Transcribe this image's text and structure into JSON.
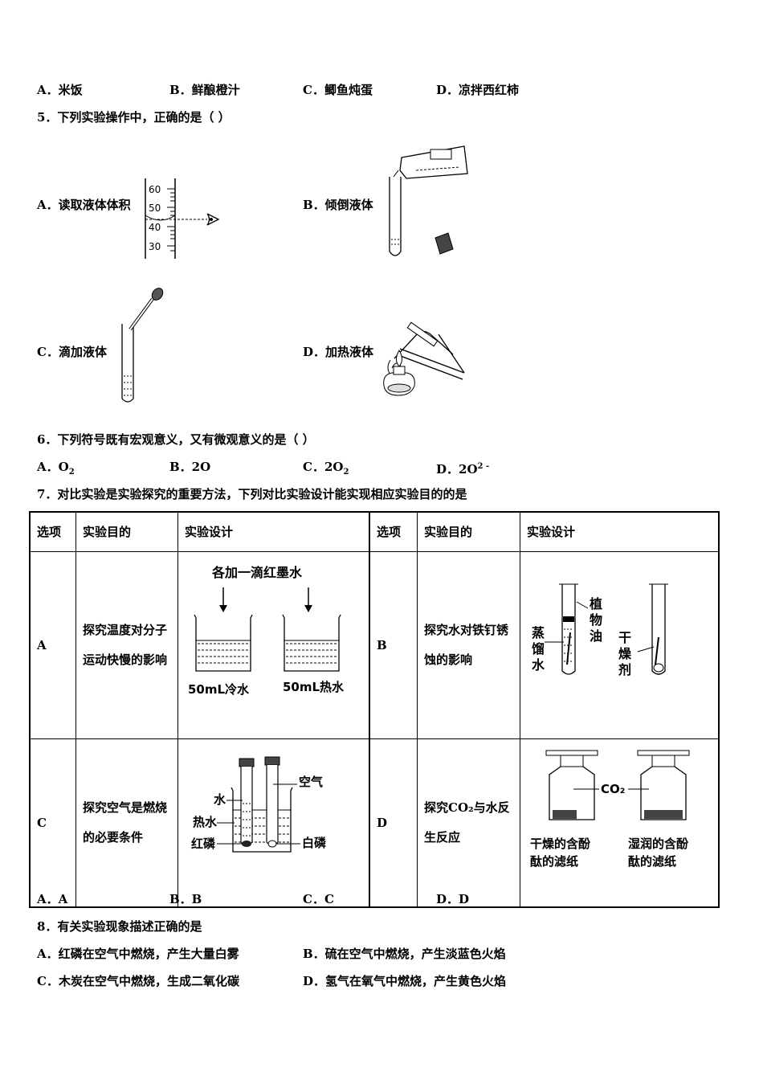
{
  "q4_options": [
    "A．米饭",
    "B．鲜酿橙汁",
    "C．鲫鱼炖蛋",
    "D．凉拌西红柿"
  ],
  "q5": {
    "stem": "5．下列实验操作中，正确的是（  ）",
    "options": [
      "A．读取液体体积",
      "B．倾倒液体",
      "C．滴加液体",
      "D．加热液体"
    ],
    "cylinder_ticks": [
      "60",
      "50",
      "40",
      "30"
    ]
  },
  "q6": {
    "stem": "6．下列符号既有宏观意义，又有微观意义的是（     ）",
    "options": [
      "A．O",
      "B．2O",
      "C．2O",
      "D．2O"
    ],
    "subs": [
      "2",
      "2"
    ],
    "sup": "2 -"
  },
  "q7": {
    "stem": "7．对比实验是实验探究的重要方法，下列对比实验设计能实现相应实验目的的是",
    "headers": [
      "选项",
      "实验目的",
      "实验设计",
      "选项",
      "实验目的",
      "实验设计"
    ],
    "rows": [
      {
        "opt": "A",
        "goal": "探究温度对分子运动快慢的影响"
      },
      {
        "opt": "B",
        "goal": "探究水对铁钉锈蚀的影响"
      },
      {
        "opt": "C",
        "goal": "探究空气是燃烧的必要条件"
      },
      {
        "opt": "D",
        "goal": "探究CO₂与水反生反应"
      }
    ],
    "figA": {
      "top": "各加一滴红墨水",
      "left": "50mL冷水",
      "right": "50mL热水"
    },
    "figB": {
      "water1": "蒸",
      "water2": "馏",
      "water3": "水",
      "oil1": "植",
      "oil2": "物",
      "oil3": "油",
      "dry1": "干",
      "dry2": "燥",
      "dry3": "剂"
    },
    "figC": {
      "air": "空气",
      "water": "水",
      "hot": "热水",
      "red": "红磷",
      "white": "白磷"
    },
    "figD": {
      "gas": "CO₂",
      "l1": "干燥的含酚",
      "l2": "酞的滤纸",
      "r1": "湿润的含酚",
      "r2": "酞的滤纸"
    },
    "answers": [
      "A．A",
      "B．B",
      "C．C",
      "D．D"
    ]
  },
  "q8": {
    "stem": "8．有关实验现象描述正确的是",
    "options": [
      "A．红磷在空气中燃烧，产生大量白雾",
      "B．硫在空气中燃烧，产生淡蓝色火焰",
      "C．木炭在空气中燃烧，生成二氧化碳",
      "D．氢气在氧气中燃烧，产生黄色火焰"
    ]
  }
}
